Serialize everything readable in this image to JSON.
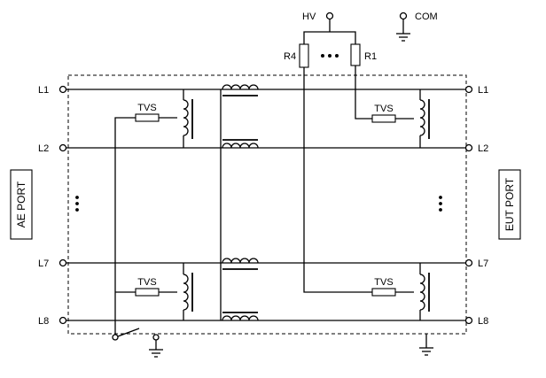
{
  "labels": {
    "hv": "HV",
    "com": "COM",
    "r4": "R4",
    "r1": "R1",
    "ae_port": "AE PORT",
    "eut_port": "EUT PORT",
    "tvs": "TVS"
  },
  "lines": [
    "L1",
    "L2",
    "L7",
    "L8"
  ],
  "icons": {
    "terminal": "circle-terminal",
    "ground": "ground-symbol",
    "choke": "common-mode-choke-icon",
    "transformer": "coupling-transformer-icon",
    "resistor": "resistor-icon",
    "ellipsis": "ellipsis-icon",
    "switch": "switch-icon"
  }
}
